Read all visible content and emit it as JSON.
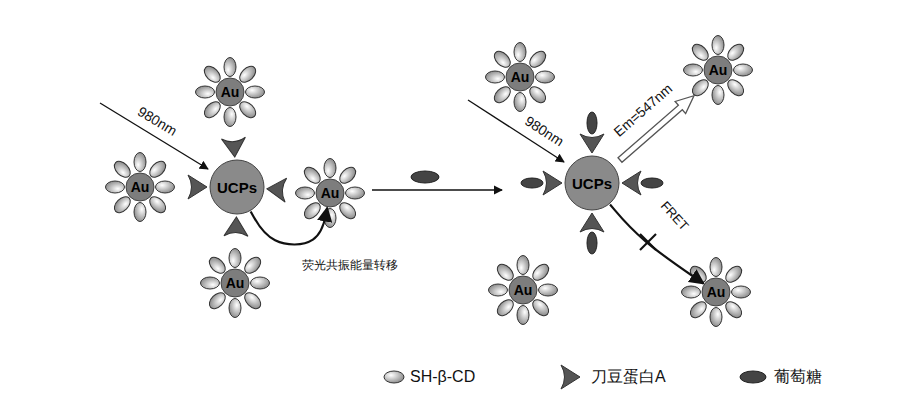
{
  "diagram": {
    "nodes": [
      {
        "text": [
          "Au"
        ]
      },
      {
        "text": [
          "Au"
        ]
      },
      {
        "text": [
          "UCPs"
        ]
      },
      {
        "text": [
          "Au"
        ]
      },
      {
        "text": [
          "Au"
        ]
      },
      {
        "text": [
          "Au"
        ]
      },
      {
        "text": [
          "Au"
        ]
      },
      {
        "text": [
          "UCPs"
        ]
      },
      {
        "text": [
          "Au"
        ]
      },
      {
        "text": [
          "Au"
        ]
      }
    ],
    "edges": [
      {
        "from": 2,
        "to": 3,
        "arrow": "to",
        "label": "荧光共振能量转移"
      },
      {
        "from": 7,
        "to": 9,
        "arrow": "to",
        "label": "FRET"
      }
    ],
    "labels": [
      "980nm",
      "980nm",
      "Em=547nm"
    ],
    "legend": [
      {
        "text": "SH-β-CD"
      },
      {
        "text": "刀豆蛋白A"
      },
      {
        "text": "葡萄糖"
      }
    ]
  }
}
